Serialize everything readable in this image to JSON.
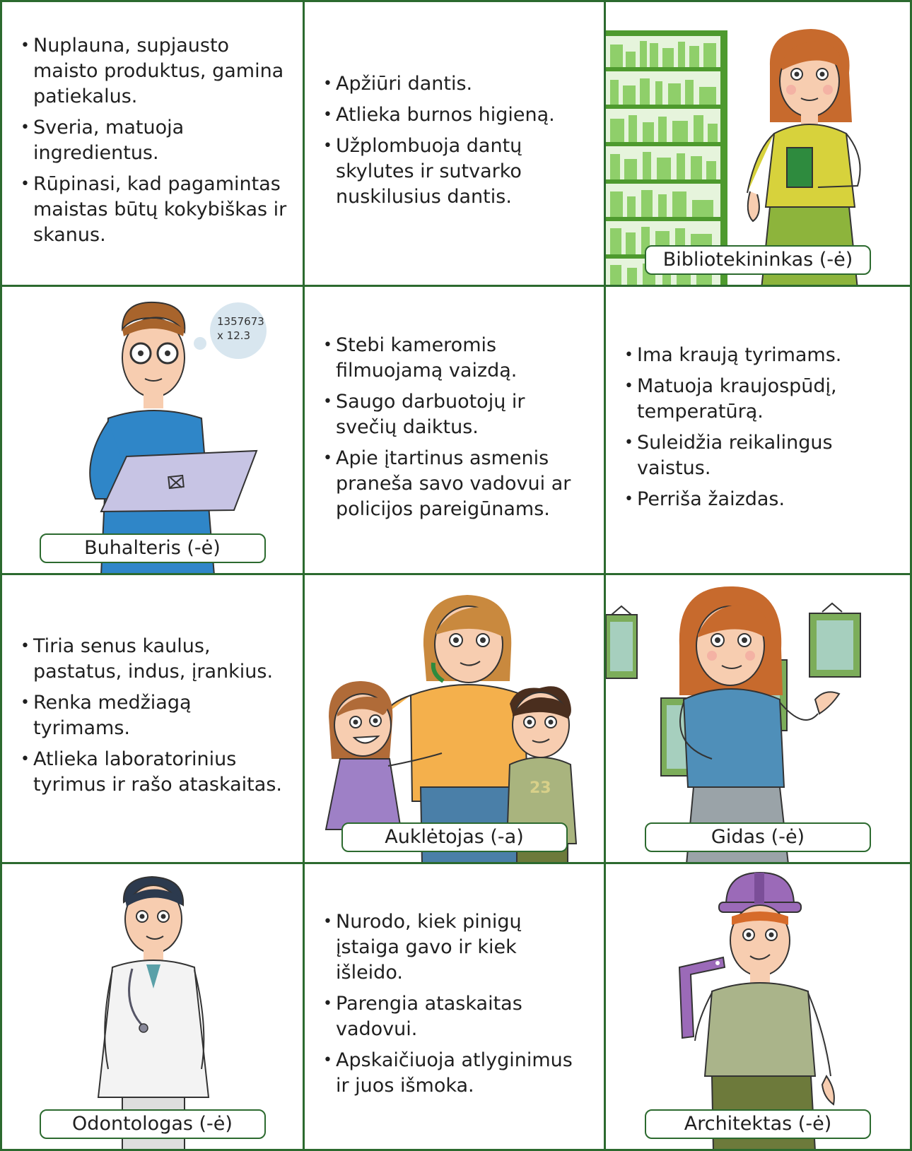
{
  "cards": {
    "c1": [
      "Nuplauna, supjausto maisto produktus, gamina patiekalus.",
      "Sveria, matuoja ingredientus.",
      "Rūpinasi, kad pagamintas maistas būtų kokybiškas ir skanus."
    ],
    "c2": [
      "Apžiūri dantis.",
      "Atlieka burnos higieną.",
      "Užplombuoja dantų skylutes ir sutvarko nuskilusius dantis."
    ],
    "c3_label": "Bibliotekininkas (-ė)",
    "c4_label": "Buhalteris (-ė)",
    "c4_bubble": [
      "1357673",
      "x 12.3"
    ],
    "c5": [
      "Stebi kameromis filmuojamą vaizdą.",
      "Saugo darbuotojų ir svečių daiktus.",
      "Apie įtartinus asmenis praneša savo vadovui ar policijos pareigūnams."
    ],
    "c6": [
      "Ima kraują tyrimams.",
      "Matuoja kraujospūdį, temperatūrą.",
      "Suleidžia reikalingus vaistus.",
      "Perriša žaizdas."
    ],
    "c7": [
      "Tiria senus kaulus, pastatus, indus, įrankius.",
      "Renka medžiagą tyrimams.",
      "Atlieka laboratorinius tyrimus ir rašo ataskaitas."
    ],
    "c8_label": "Auklėtojas (-a)",
    "c8_shirt_number": "23",
    "c9_label": "Gidas (-ė)",
    "c10_label": "Odontologas (-ė)",
    "c11": [
      "Nurodo, kiek pinigų įstaiga gavo ir kiek išleido.",
      "Parengia ataskaitas vadovui.",
      "Apskaičiuoja atlyginimus ir juos išmoka."
    ],
    "c12_label": "Architektas (-ė)"
  },
  "colors": {
    "border": "#2c6a2f",
    "shelf": "#4e9a2e",
    "book_light": "#8fcf6a",
    "frame": "#7cad5a",
    "frame_inner": "#a6cfbe"
  }
}
